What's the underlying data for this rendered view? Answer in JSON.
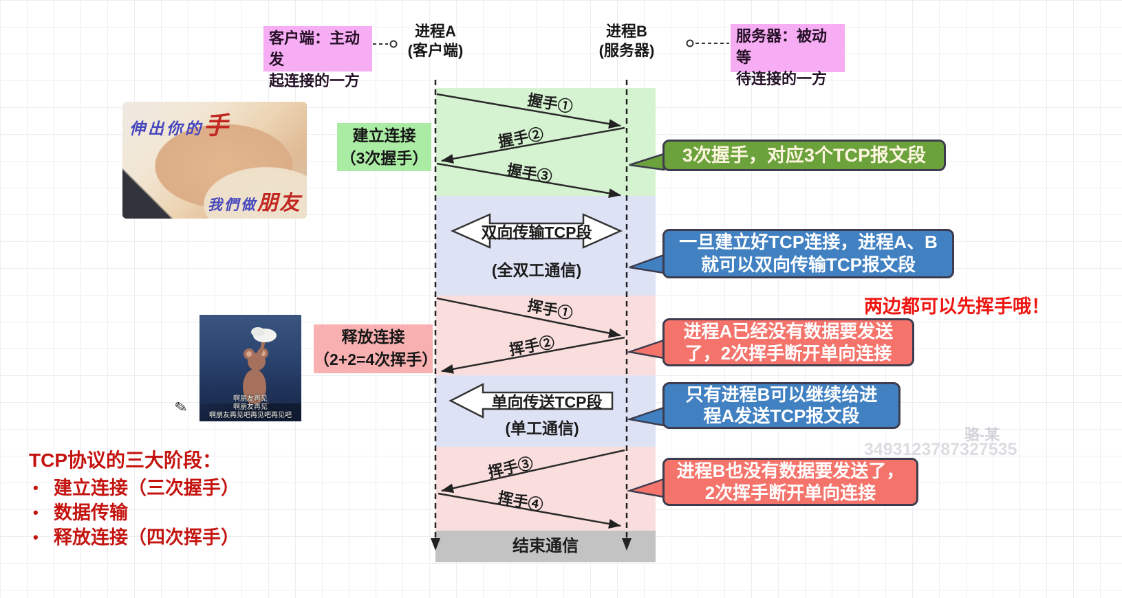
{
  "colors": {
    "note_pink": "#f7adf3",
    "band_green": "#d5f3d0",
    "band_blue": "#dee2f5",
    "band_pink": "#fadddd",
    "label_green": "#abeca4",
    "label_pink": "#f9b0b0",
    "callout_green": "#6ba23b",
    "callout_blue": "#4181c2",
    "callout_red": "#f4746c",
    "end_gray": "#c3c3c3",
    "summary_red": "#c41410",
    "note_red": "#ee1511"
  },
  "top": {
    "client_note": "客户端：主动发\n起连接的一方",
    "server_note": "服务器：被动等\n待连接的一方",
    "process_a": "进程A\n(客户端)",
    "process_b": "进程B\n(服务器)"
  },
  "phases": {
    "establish_label": "建立连接\n（3次握手）",
    "release_label": "释放连接\n（2+2=4次挥手）"
  },
  "arrows": {
    "handshake1": "握手①",
    "handshake2": "握手②",
    "handshake3": "握手③",
    "wave1": "挥手①",
    "wave2": "挥手②",
    "wave3": "挥手③",
    "wave4": "挥手④"
  },
  "transfer": {
    "duplex": "双向传输TCP段",
    "duplex_note": "(全双工通信)",
    "simplex": "单向传送TCP段",
    "simplex_note": "(单工通信)",
    "end_label": "结束通信"
  },
  "callouts": {
    "handshake": "3次握手，对应3个TCP报文段",
    "duplex": "一旦建立好TCP连接，进程A、B\n就可以双向传输TCP报文段",
    "wave_a": "进程A已经没有数据要发送\n了，2次挥手断开单向连接",
    "simplex": "只有进程B可以继续给进\n程A发送TCP报文段",
    "wave_b": "进程B也没有数据要发送了，\n2次挥手断开单向连接"
  },
  "notes": {
    "both_sides": "两边都可以先挥手哦！"
  },
  "summary": {
    "title": "TCP协议的三大阶段：",
    "bullet": "•",
    "items": [
      "建立连接（三次握手）",
      "数据传输",
      "释放连接（四次挥手）"
    ]
  },
  "hands_image": {
    "caption_top_text": "伸出你的",
    "caption_top_accent": "手",
    "caption_bottom_text": "我們做",
    "caption_bottom_accent": "朋友"
  },
  "cartoon_image": {
    "subtitles": [
      "啊朋友再见",
      "啊朋友再见",
      "啊朋友再见吧再见吧再见吧"
    ]
  },
  "watermark": {
    "name": "骆-某",
    "number": "3493123787327535"
  }
}
